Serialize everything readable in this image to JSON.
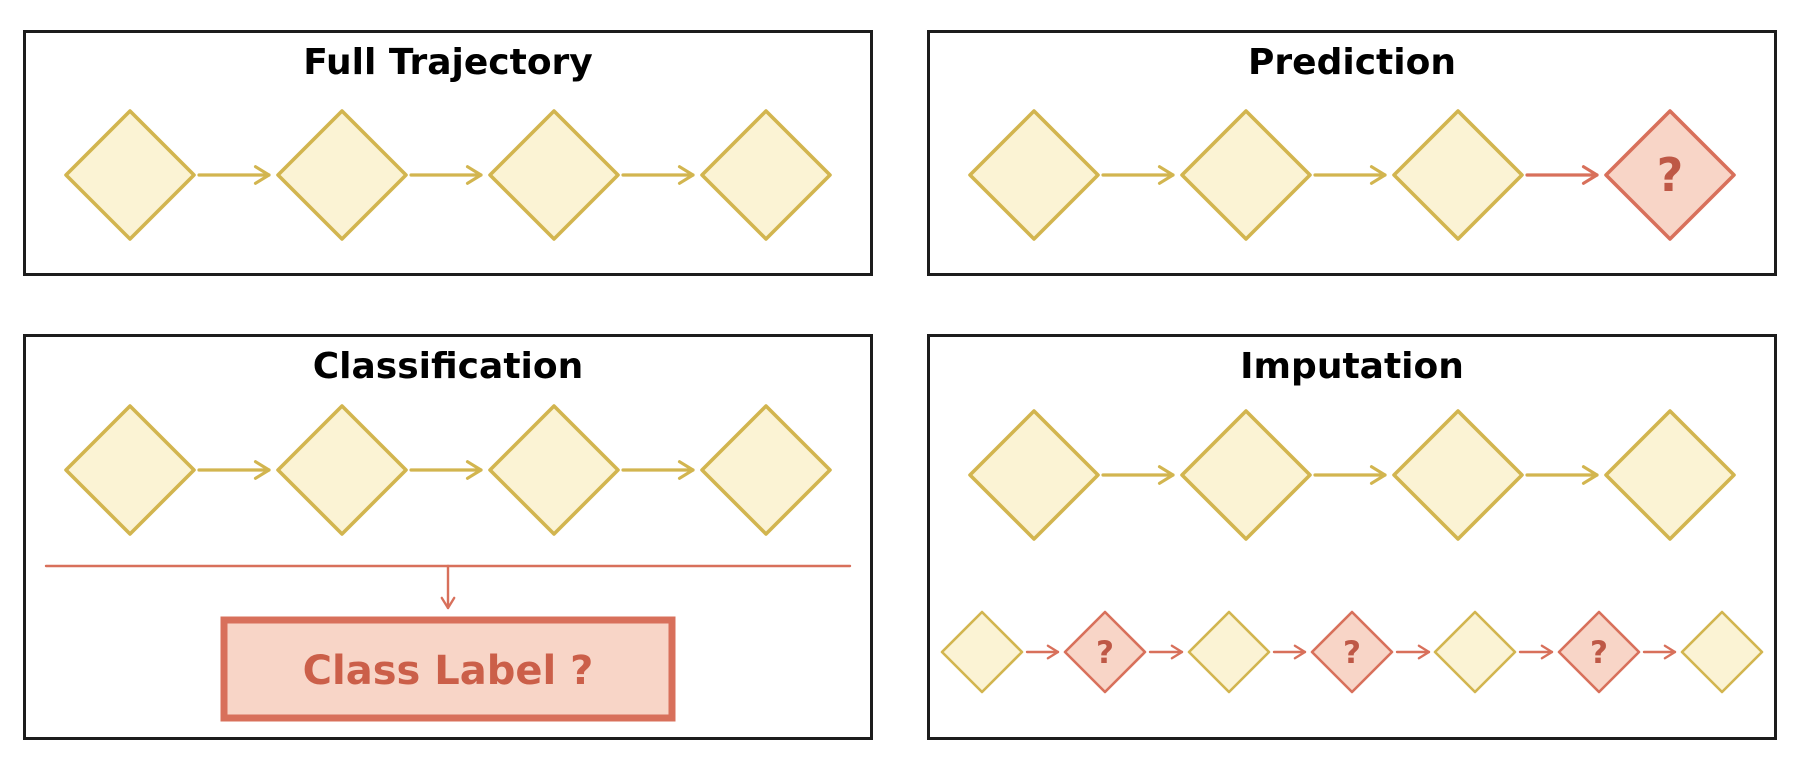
{
  "colors": {
    "background": "#FFFFFF",
    "panel_border": "#1C1C1C",
    "title_color": "#000000",
    "node_yellow_fill": "#FBF3D4",
    "node_yellow_stroke": "#D2B54F",
    "node_red_fill": "#F8D5C7",
    "node_red_stroke": "#D8705B",
    "edge_gold": "#D2B54F",
    "edge_red": "#D8705B",
    "question_mark_color": "#BE5846",
    "label_text_color": "#CB5F49"
  },
  "panels": {
    "full_trajectory": {
      "title": "Full Trajectory"
    },
    "prediction": {
      "title": "Prediction",
      "unknown_mark": "?"
    },
    "classification": {
      "title": "Classification",
      "class_label_text": "Class Label ?"
    },
    "imputation": {
      "title": "Imputation",
      "unknown_marks": [
        "?",
        "?",
        "?"
      ]
    }
  }
}
